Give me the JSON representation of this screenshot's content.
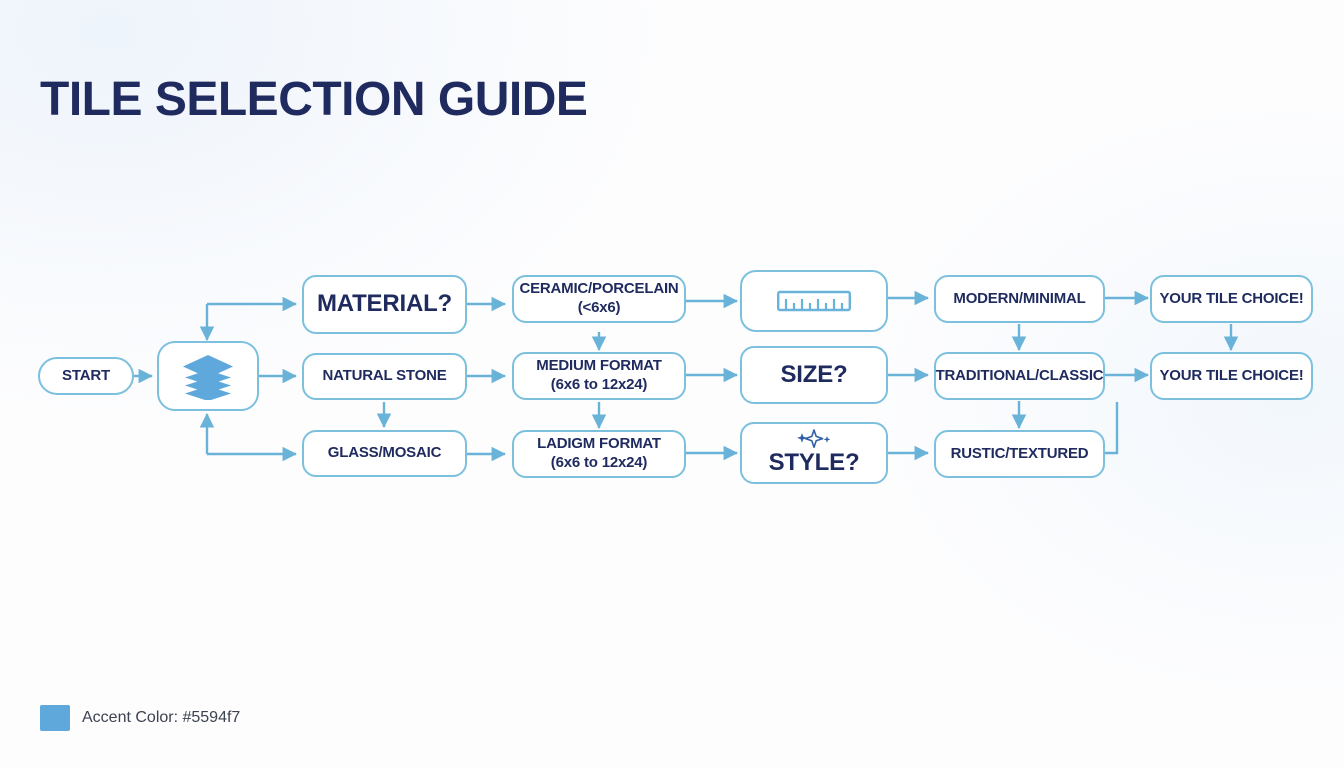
{
  "page": {
    "title": "TILE SELECTION GUIDE",
    "background": "#fdfdfe",
    "title_color": "#1f2a5e"
  },
  "theme": {
    "accent": "#5594f7",
    "node_border": "#7cc0de",
    "edge_color": "#6ab3d8",
    "node_fill": "#ffffff",
    "text_color": "#1f2a5e"
  },
  "legend": {
    "swatch_color": "#5fa8dc",
    "text": "Accent Color: #5594f7"
  },
  "flow": {
    "nodes": [
      {
        "id": "start",
        "label": "START",
        "icon": "",
        "shape": "pill"
      },
      {
        "id": "layers",
        "label": "",
        "icon": "layers-icon",
        "shape": "rounded"
      },
      {
        "id": "material",
        "label": "MATERIAL?",
        "icon": "",
        "shape": "rounded"
      },
      {
        "id": "natural",
        "label": "NATURAL STONE",
        "icon": "",
        "shape": "rounded"
      },
      {
        "id": "glass",
        "label": "GLASS/MOSAIC",
        "icon": "",
        "shape": "rounded"
      },
      {
        "id": "ceramic_l1",
        "label": "CERAMIC/PORCELAIN",
        "label2": "(<6x6)",
        "icon": "",
        "shape": "rounded"
      },
      {
        "id": "medium_l1",
        "label": "MEDIUM FORMAT",
        "label2": "(6x6 to 12x24)",
        "icon": "",
        "shape": "rounded"
      },
      {
        "id": "ladigm_l1",
        "label": "LADIGM FORMAT",
        "label2": "(6x6 to 12x24)",
        "icon": "",
        "shape": "rounded"
      },
      {
        "id": "ruler",
        "label": "",
        "icon": "ruler-icon",
        "shape": "rounded"
      },
      {
        "id": "size",
        "label": "SIZE?",
        "icon": "",
        "shape": "rounded"
      },
      {
        "id": "style",
        "label": "STYLE?",
        "icon": "sparkles-icon",
        "shape": "rounded"
      },
      {
        "id": "modern",
        "label": "MODERN/MINIMAL",
        "icon": "",
        "shape": "rounded"
      },
      {
        "id": "traditional",
        "label": "TRADITIONAL/CLASSIC",
        "icon": "",
        "shape": "rounded"
      },
      {
        "id": "rustic",
        "label": "RUSTIC/TEXTURED",
        "icon": "",
        "shape": "rounded"
      },
      {
        "id": "choice_top",
        "label": "YOUR TILE CHOICE!",
        "icon": "",
        "shape": "rounded"
      },
      {
        "id": "choice_mid",
        "label": "YOUR TILE CHOICE!",
        "icon": "",
        "shape": "rounded"
      }
    ]
  }
}
